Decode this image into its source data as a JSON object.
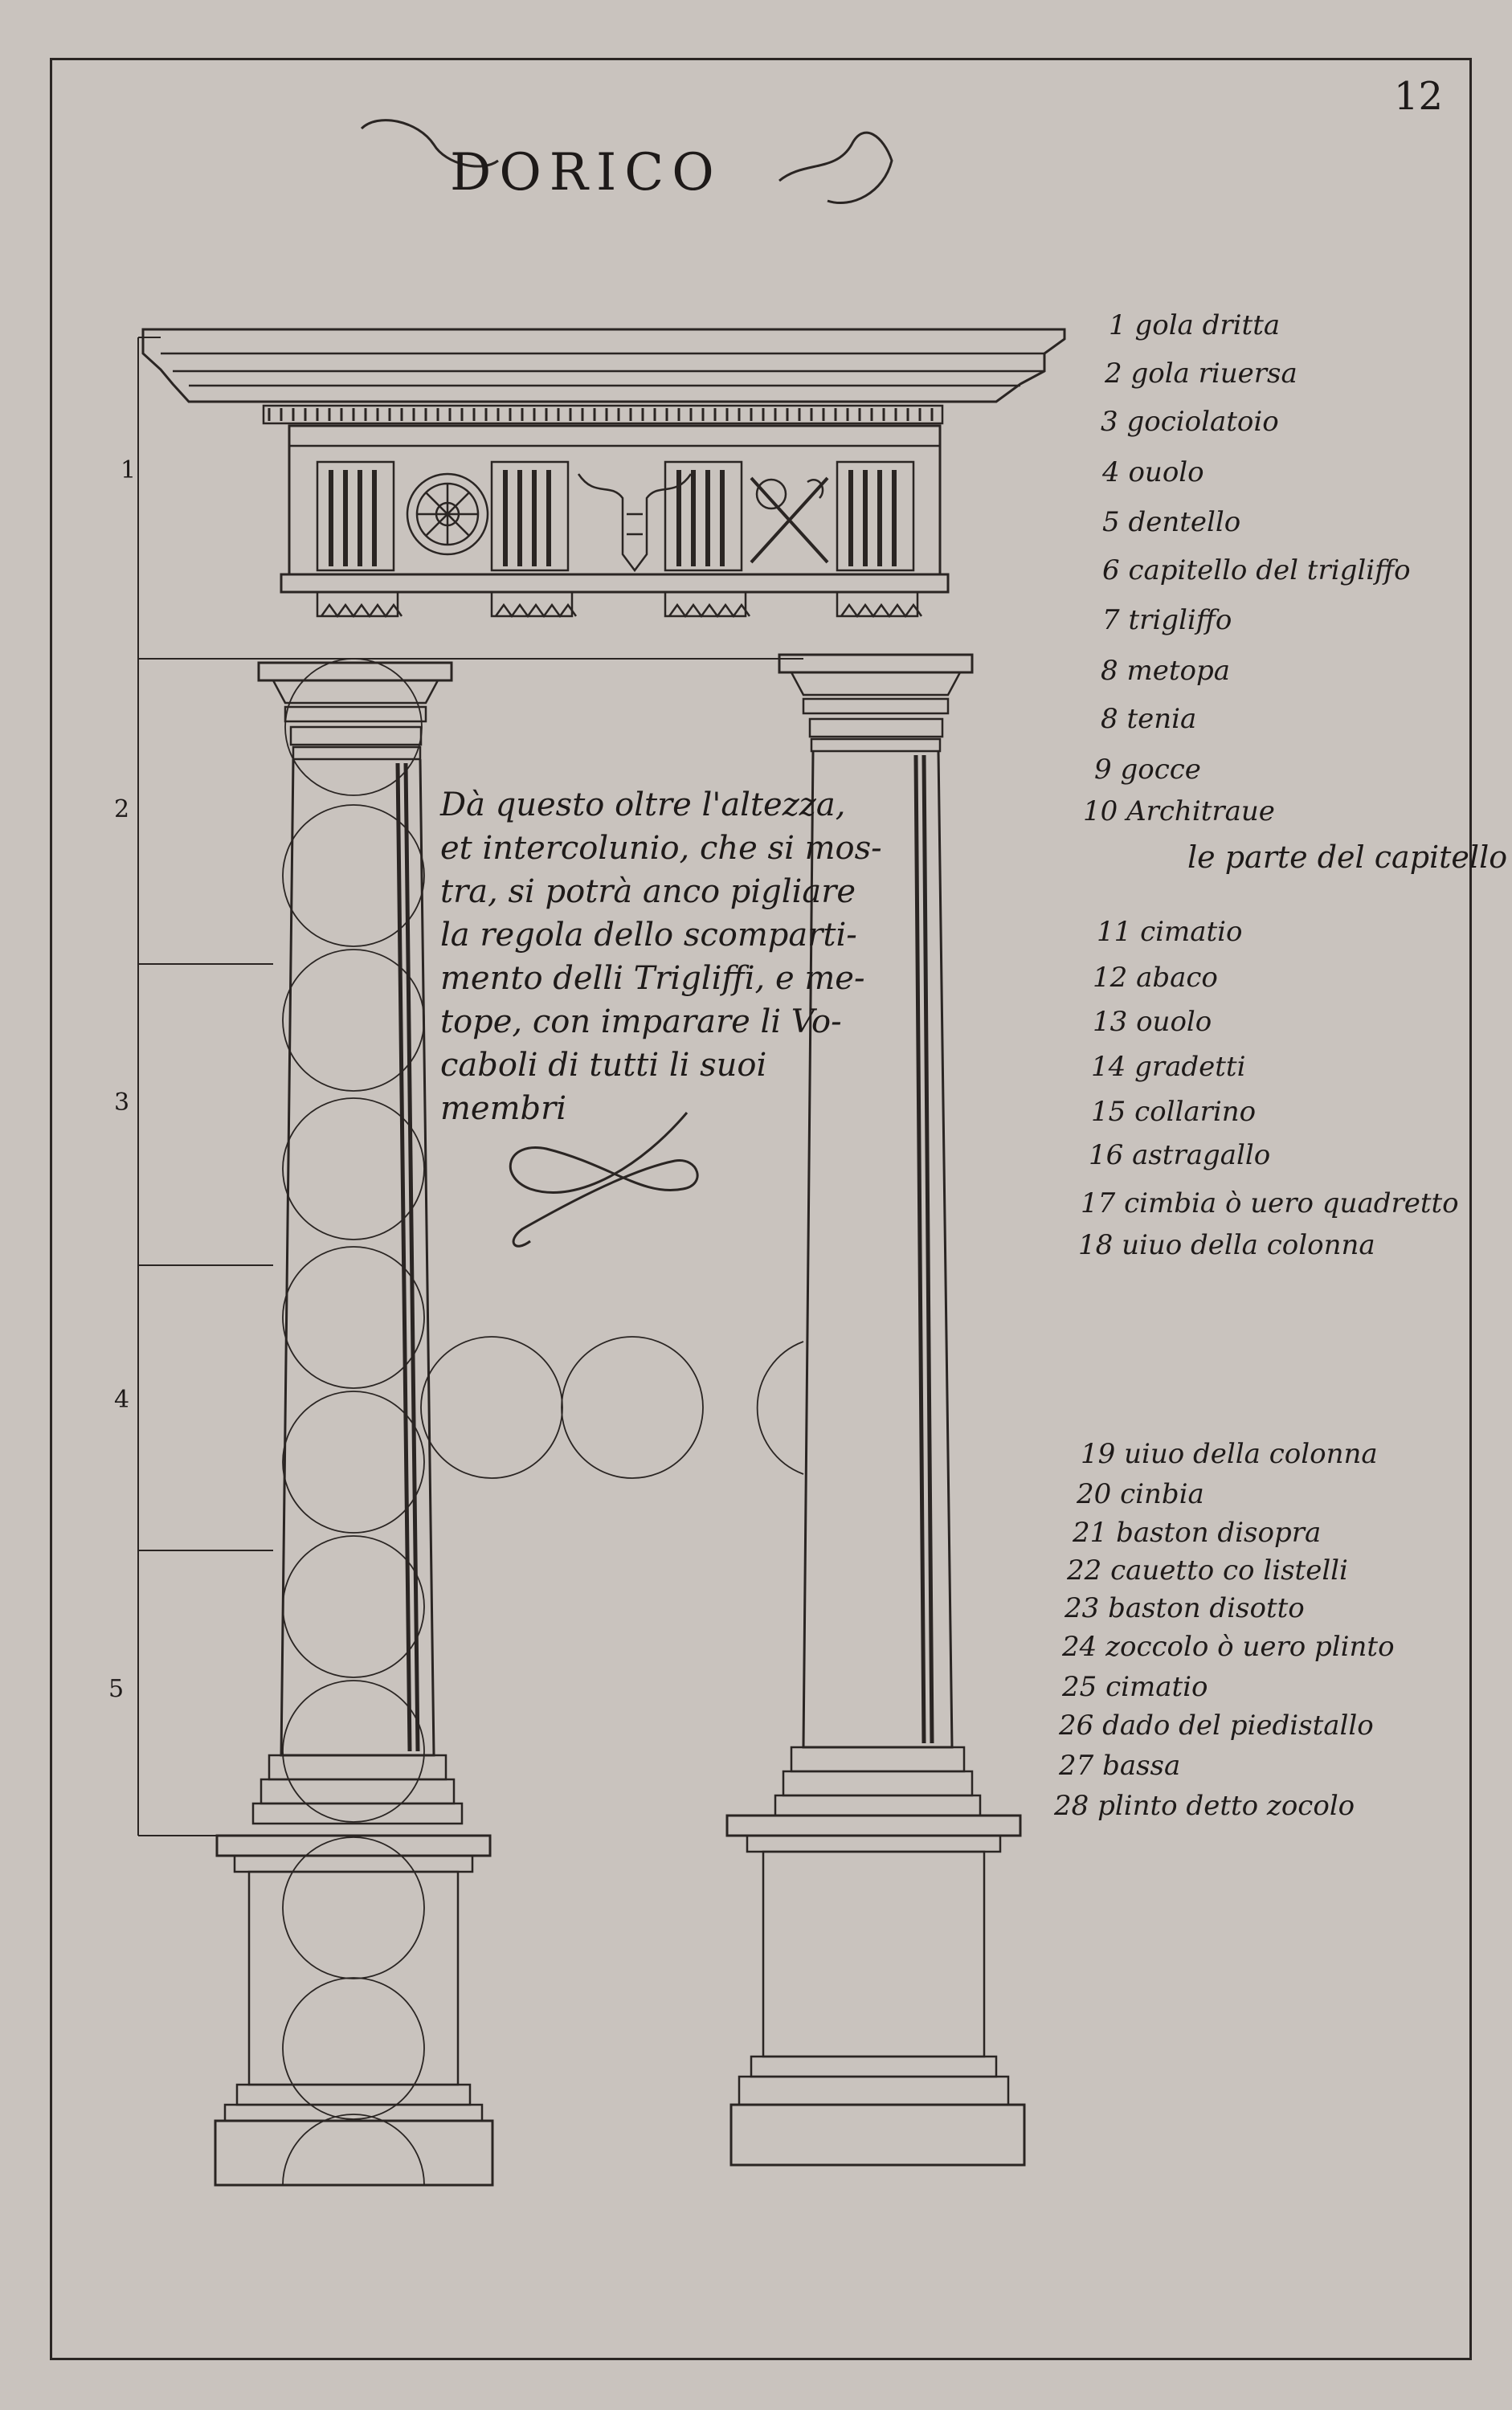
{
  "page_number": "12",
  "title": "DORICO",
  "scale_marks": [
    "1",
    "2",
    "3",
    "4",
    "5"
  ],
  "entablature_legend": [
    {
      "num": "1",
      "label": "gola dritta"
    },
    {
      "num": "2",
      "label": "gola riuersa"
    },
    {
      "num": "3",
      "label": "gociolatoio"
    },
    {
      "num": "4",
      "label": "ouolo"
    },
    {
      "num": "5",
      "label": "dentello"
    },
    {
      "num": "6",
      "label": "capitello del trigliffo"
    },
    {
      "num": "7",
      "label": "trigliffo"
    },
    {
      "num": "8",
      "label": "metopa"
    },
    {
      "num": "8",
      "label": "tenia"
    },
    {
      "num": "9",
      "label": "gocce"
    },
    {
      "num": "10",
      "label": "Architraue"
    }
  ],
  "capital_heading": "le parte del capitello",
  "capital_legend": [
    {
      "num": "11",
      "label": "cimatio"
    },
    {
      "num": "12",
      "label": "abaco"
    },
    {
      "num": "13",
      "label": "ouolo"
    },
    {
      "num": "14",
      "label": "gradetti"
    },
    {
      "num": "15",
      "label": "collarino"
    },
    {
      "num": "16",
      "label": "astragallo"
    },
    {
      "num": "17",
      "label": "cimbia ò uero quadretto"
    },
    {
      "num": "18",
      "label": "uiuo della colonna"
    }
  ],
  "base_legend": [
    {
      "num": "19",
      "label": "uiuo della colonna"
    },
    {
      "num": "20",
      "label": "cinbia"
    },
    {
      "num": "21",
      "label": "baston disopra"
    },
    {
      "num": "22",
      "label": "cauetto co listelli"
    },
    {
      "num": "23",
      "label": "baston disotto"
    },
    {
      "num": "24",
      "label": "zoccolo ò uero plinto"
    },
    {
      "num": "25",
      "label": "cimatio"
    },
    {
      "num": "26",
      "label": "dado del piedistallo"
    },
    {
      "num": "27",
      "label": "bassa"
    },
    {
      "num": "28",
      "label": "plinto detto zocolo"
    }
  ],
  "note": "Dà questo oltre l'altezza,\net intercolunio, che si mos-\ntra, si potrà anco pigliare\nla regola dello scomparti-\nmento delli Trigliffi, e me-\ntope, con imparare li Vo-\ncaboli di tutti li suoi\nmembri",
  "colors": {
    "paper": "#c9c3be",
    "ink": "#2a2523"
  }
}
